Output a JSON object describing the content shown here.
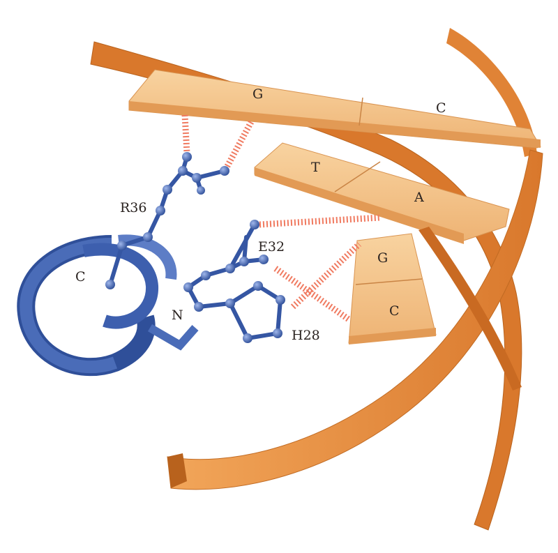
{
  "figure": {
    "base_pairs": [
      {
        "left": "G",
        "right": "C"
      },
      {
        "left": "T",
        "right": "A"
      },
      {
        "left": "G",
        "right": "C"
      }
    ],
    "residues": {
      "r36": "R36",
      "e32": "E32",
      "h28": "H28"
    },
    "helix_termini": {
      "c_term": "C",
      "n_term": "N"
    }
  },
  "colors": {
    "backbone": "#e8913f",
    "backbone_dark": "#c96a22",
    "base_plate": "#f5c48a",
    "base_edge": "#d99350",
    "protein": "#4a6cb8",
    "protein_dark": "#2f4f99",
    "hbond": "#f07a60"
  }
}
